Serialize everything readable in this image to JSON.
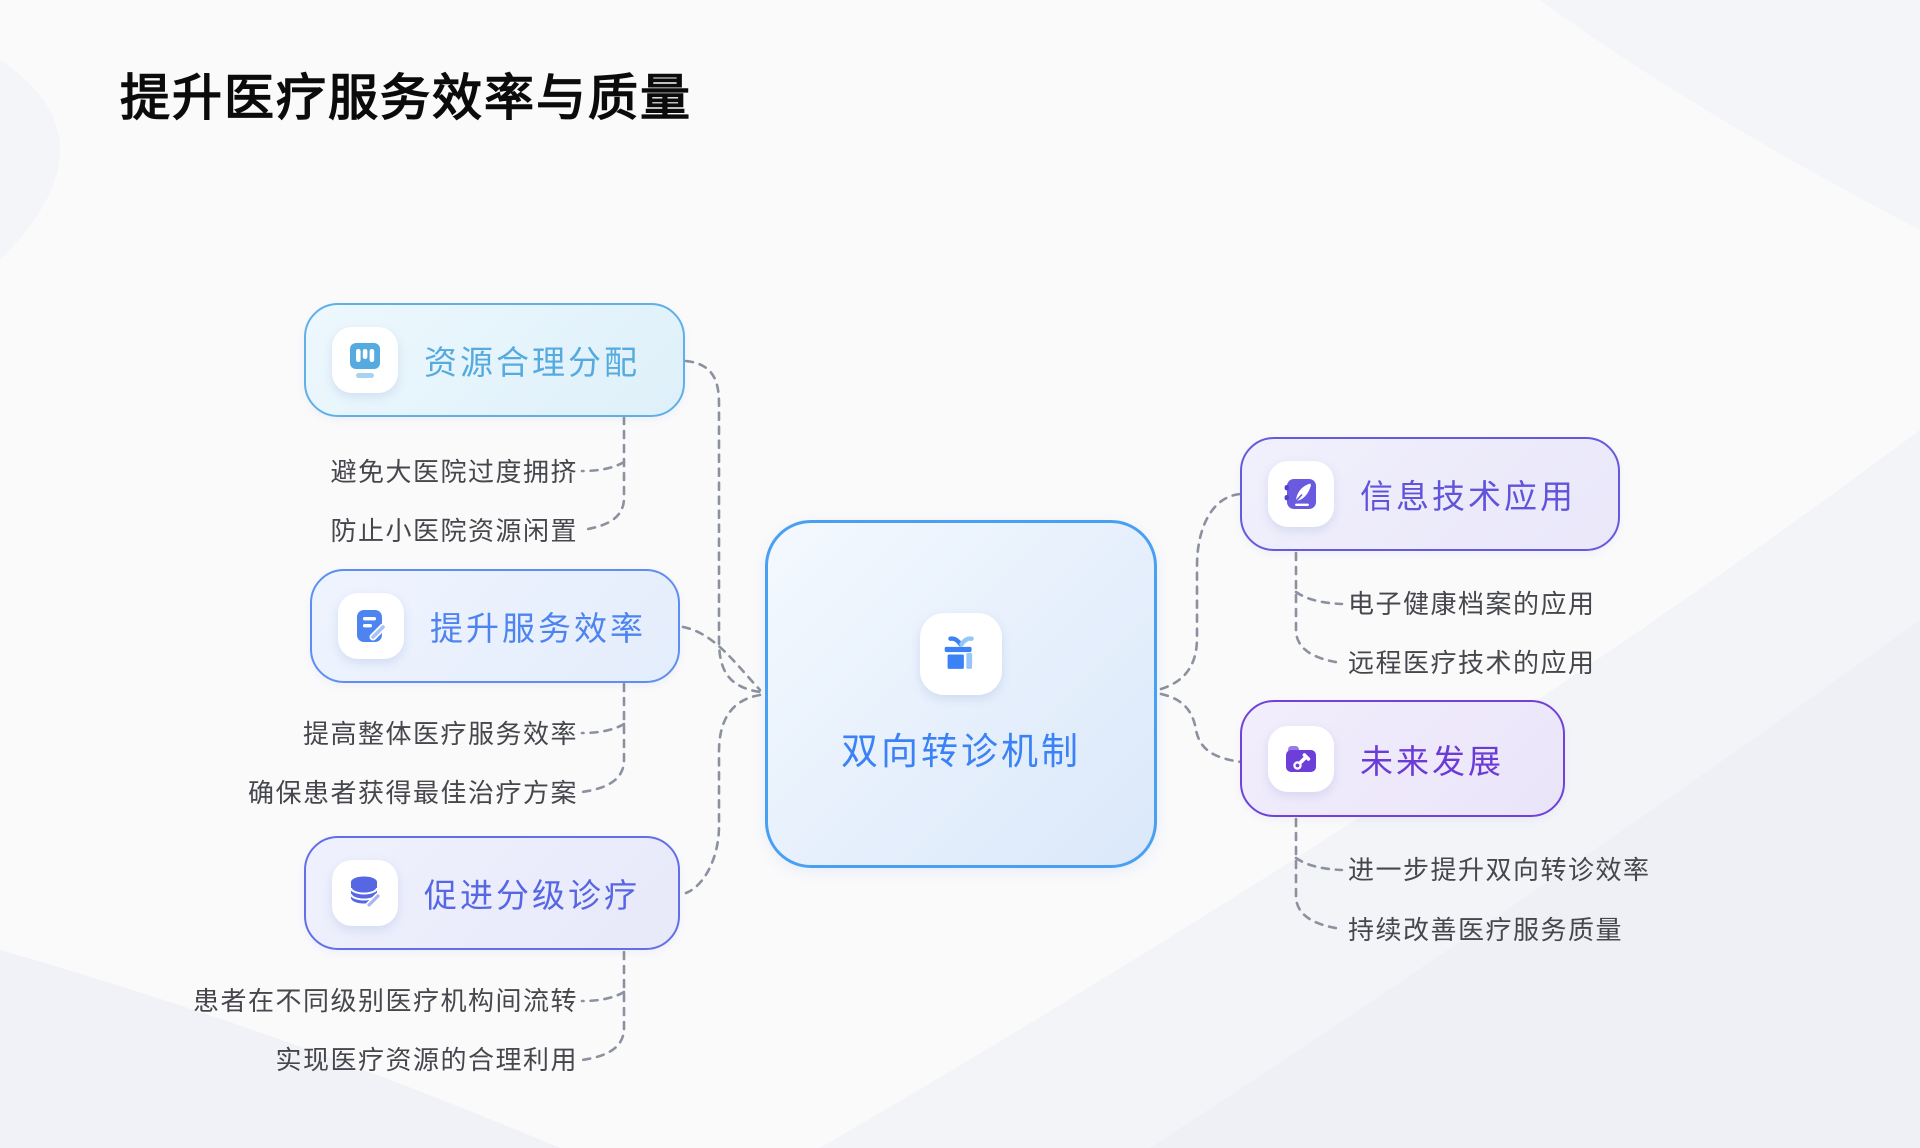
{
  "page": {
    "title": "提升医疗服务效率与质量"
  },
  "center": {
    "label": "双向转诊机制",
    "icon": "gift-icon",
    "accent": "#3b82f6"
  },
  "branches": {
    "left": [
      {
        "label": "资源合理分配",
        "icon": "kanban-chart-icon",
        "accent": "#55abdf",
        "children": [
          "避免大医院过度拥挤",
          "防止小医院资源闲置"
        ]
      },
      {
        "label": "提升服务效率",
        "icon": "document-edit-icon",
        "accent": "#4d84f0",
        "children": [
          "提高整体医疗服务效率",
          "确保患者获得最佳治疗方案"
        ]
      },
      {
        "label": "促进分级诊疗",
        "icon": "database-edit-icon",
        "accent": "#5766e3",
        "children": [
          "患者在不同级别医疗机构间流转",
          "实现医疗资源的合理利用"
        ]
      }
    ],
    "right": [
      {
        "label": "信息技术应用",
        "icon": "quill-pen-icon",
        "accent": "#6153da",
        "children": [
          "电子健康档案的应用",
          "远程医疗技术的应用"
        ]
      },
      {
        "label": "未来发展",
        "icon": "folder-wrench-icon",
        "accent": "#6b3bd6",
        "children": [
          "进一步提升双向转诊效率",
          "持续改善医疗服务质量"
        ]
      }
    ]
  },
  "colors": {
    "central_border": "#49a0f2",
    "sky": "#55abdf",
    "blue": "#4d84f0",
    "periwinkle": "#5766e3",
    "violet": "#6153da",
    "purple": "#6b3bd6",
    "connector": "#8b919e",
    "leaf_text": "#46474c",
    "background": "#fafafb"
  }
}
